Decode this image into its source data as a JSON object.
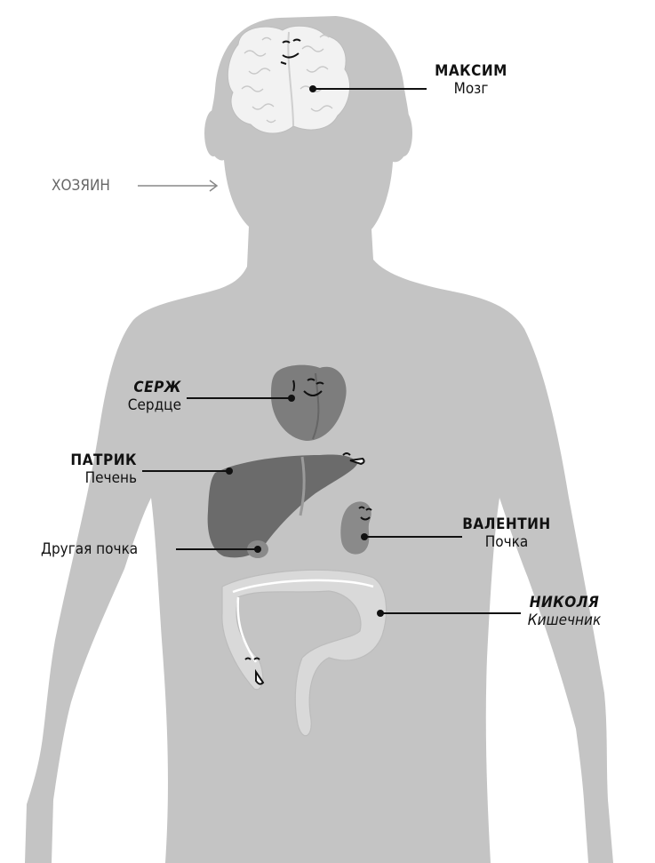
{
  "colors": {
    "body": "#c4c4c4",
    "organ_dark": "#6b6b6b",
    "organ_mid": "#8a8a8a",
    "intestine": "#d9d9d9",
    "brain": "#f2f2f2",
    "line": "#111111",
    "host_arrow": "#888888"
  },
  "labels": {
    "host": "ХОЗЯИН",
    "brain_name": "МАКСИМ",
    "brain_organ": "Мозг",
    "heart_name": "СЕРЖ",
    "heart_organ": "Сердце",
    "liver_name": "ПАТРИК",
    "liver_organ": "Печень",
    "other_kidney": "Другая почка",
    "kidney_name": "ВАЛЕНТИН",
    "kidney_organ": "Почка",
    "intestine_name": "НИКОЛЯ",
    "intestine_organ": "Кишечник"
  }
}
